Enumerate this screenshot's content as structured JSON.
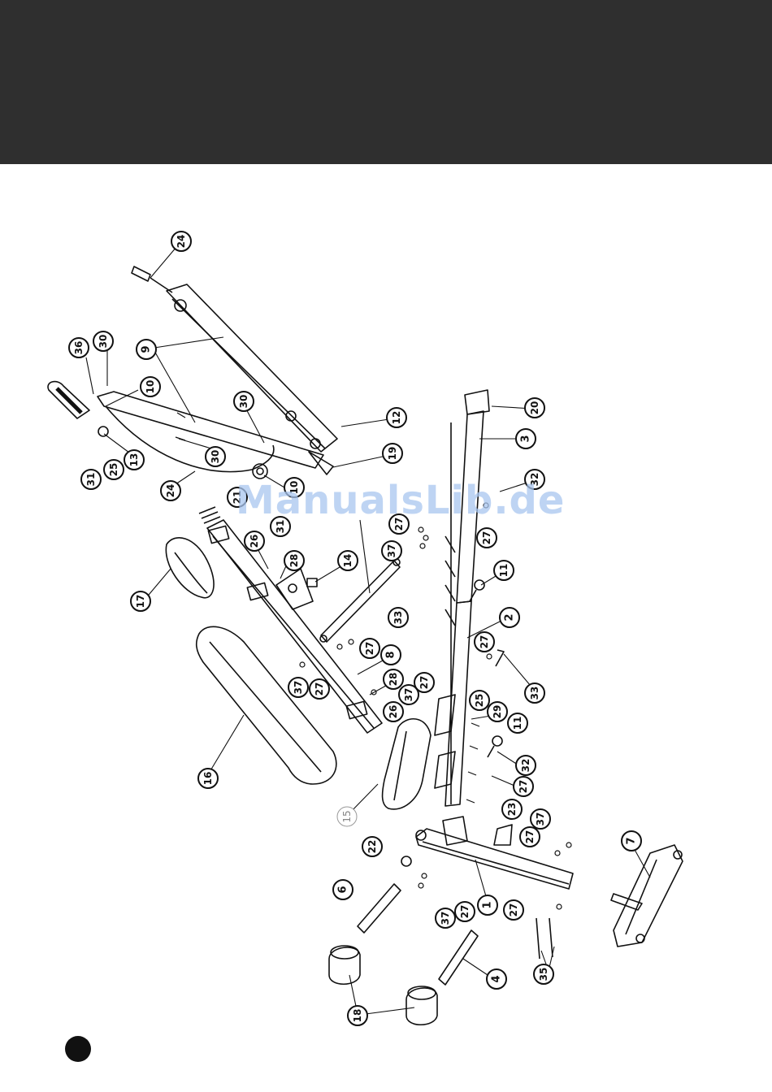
{
  "watermark": "ManualsLib.de",
  "callouts": [
    {
      "n": "24"
    },
    {
      "n": "36"
    },
    {
      "n": "30"
    },
    {
      "n": "9"
    },
    {
      "n": "10"
    },
    {
      "n": "13"
    },
    {
      "n": "25"
    },
    {
      "n": "31"
    },
    {
      "n": "30"
    },
    {
      "n": "30"
    },
    {
      "n": "24"
    },
    {
      "n": "10"
    },
    {
      "n": "12"
    },
    {
      "n": "19"
    },
    {
      "n": "21"
    },
    {
      "n": "31"
    },
    {
      "n": "26"
    },
    {
      "n": "28"
    },
    {
      "n": "14"
    },
    {
      "n": "17"
    },
    {
      "n": "27"
    },
    {
      "n": "37"
    },
    {
      "n": "33"
    },
    {
      "n": "27"
    },
    {
      "n": "8"
    },
    {
      "n": "37"
    },
    {
      "n": "27"
    },
    {
      "n": "28"
    },
    {
      "n": "26"
    },
    {
      "n": "16"
    },
    {
      "n": "20"
    },
    {
      "n": "3"
    },
    {
      "n": "32"
    },
    {
      "n": "27"
    },
    {
      "n": "11"
    },
    {
      "n": "2"
    },
    {
      "n": "27"
    },
    {
      "n": "33"
    },
    {
      "n": "27"
    },
    {
      "n": "37"
    },
    {
      "n": "25"
    },
    {
      "n": "29"
    },
    {
      "n": "11"
    },
    {
      "n": "32"
    },
    {
      "n": "27"
    },
    {
      "n": "15"
    },
    {
      "n": "23"
    },
    {
      "n": "37"
    },
    {
      "n": "27"
    },
    {
      "n": "7"
    },
    {
      "n": "22"
    },
    {
      "n": "6"
    },
    {
      "n": "37"
    },
    {
      "n": "27"
    },
    {
      "n": "1"
    },
    {
      "n": "27"
    },
    {
      "n": "35"
    },
    {
      "n": "4"
    },
    {
      "n": "18"
    }
  ]
}
